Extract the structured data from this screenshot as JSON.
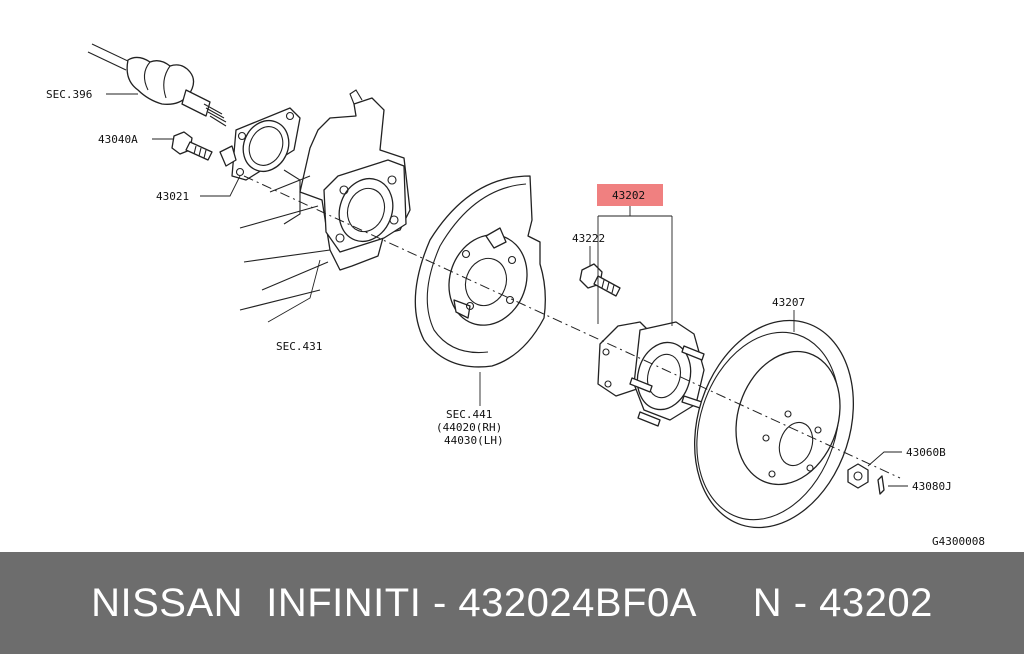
{
  "diagram": {
    "labels": {
      "sec396": "SEC.396",
      "p43040a": "43040A",
      "p43021": "43021",
      "sec431": "SEC.431",
      "p43202": "43202",
      "p43222": "43222",
      "p43207": "43207",
      "sec441": "SEC.441",
      "p44020": "(44020(RH)",
      "p44030": "44030(LH)",
      "p43060b": "43060B",
      "p43080j": "43080J",
      "figure_code": "G4300008"
    },
    "highlight_color": "#f08080"
  },
  "banner": {
    "text": "NISSAN  INFINITI - 432024BF0A     N - 43202",
    "background": "#6d6d6d"
  }
}
